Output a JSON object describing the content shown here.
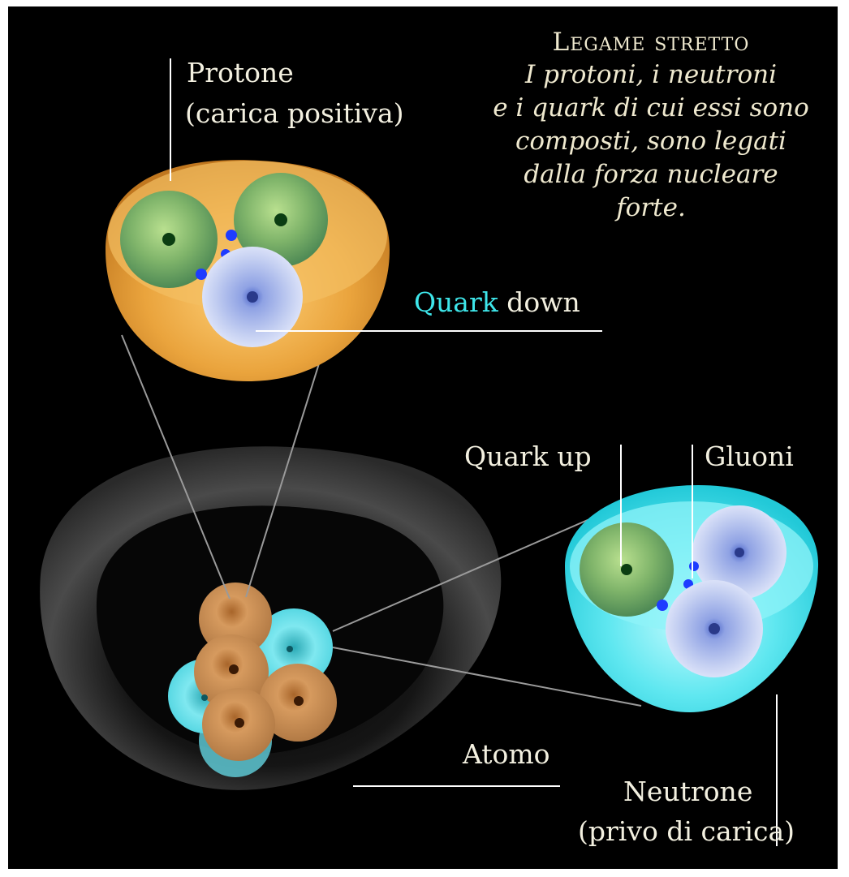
{
  "title": {
    "heading": "Legame stretto",
    "lines": [
      "I protoni, i neutroni",
      "e i quark di cui essi sono",
      "composti, sono legati",
      "dalla forza nucleare",
      "forte."
    ]
  },
  "labels": {
    "protone": [
      "Protone",
      "(carica positiva)"
    ],
    "quark_down_prefix": "Quark",
    "quark_down_suffix": " down",
    "quark_up": "Quark up",
    "gluoni": "Gluoni",
    "atomo": "Atomo",
    "neutrone": [
      "Neutrone",
      "(privo di carica)"
    ]
  },
  "colors": {
    "background": "#000000",
    "proton_shell": "#e6a43a",
    "neutron_shell": "#3fe0ea",
    "quark_up": "#7fbf6a",
    "quark_down": "#b7c6ee",
    "gluon": "#1e3cff",
    "nucleon_proton": "#c98a4a",
    "label_text": "#f3f0e0",
    "accent_cyan": "#3ee6ea"
  }
}
